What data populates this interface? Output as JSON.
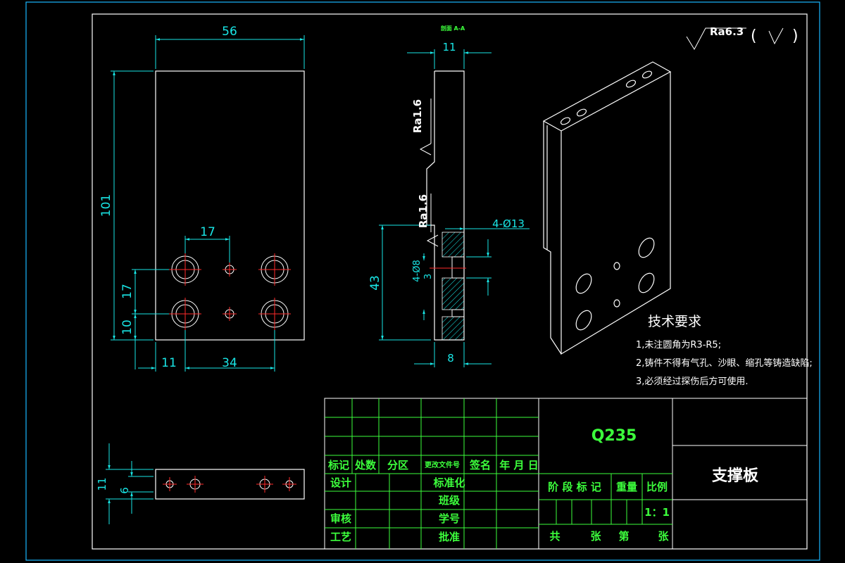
{
  "drawing": {
    "section_label": "剖面 A-A",
    "roughness_general": "Ra6.3",
    "roughness_paren_open": "(",
    "roughness_paren_close": ")",
    "roughness_face1": "Ra1.6",
    "roughness_face2": "Ra1.6"
  },
  "front_view": {
    "dim_width": "56",
    "dim_height": "101",
    "dim_hole_pitch": "17",
    "dim_row_pitch": "17",
    "dim_bottom_row": "10",
    "dim_left_offset": "11",
    "dim_span": "34"
  },
  "section_view": {
    "dim_thickness": "11",
    "dim_hole_label": "4-Ø13",
    "dim_height": "43",
    "dim_small_hole": "4-Ø8",
    "dim_small_depth": "3",
    "dim_bottom_width": "8"
  },
  "bottom_view": {
    "dim_total": "11",
    "dim_half": "6"
  },
  "tech_requirements": {
    "title": "技术要求",
    "items": [
      "1,未注圆角为R3-R5;",
      "2,铸件不得有气孔、沙眼、缩孔等铸造缺陷;",
      "3,必须经过探伤后方可使用."
    ]
  },
  "title_block": {
    "material": "Q235",
    "part_name": "支撑板",
    "row_headers": [
      "标记",
      "处数",
      "分区",
      "更改文件号",
      "签名",
      "年 月 日"
    ],
    "design": "设计",
    "standardize": "标准化",
    "class_label": "班级",
    "review": "审核",
    "student_id": "学号",
    "process": "工艺",
    "approve": "批准",
    "stage_mark": "阶 段 标 记",
    "weight": "重量",
    "scale": "比例",
    "scale_value": "1：1",
    "total": "共",
    "sheets": "张",
    "page": "第",
    "sheet": "张"
  },
  "colors": {
    "line_white": "#ffffff",
    "dimension_cyan": "#19e6e6",
    "table_green": "#3cff3c",
    "center_red": "#ff2a2a",
    "frame_cyan": "#19b8ff"
  }
}
